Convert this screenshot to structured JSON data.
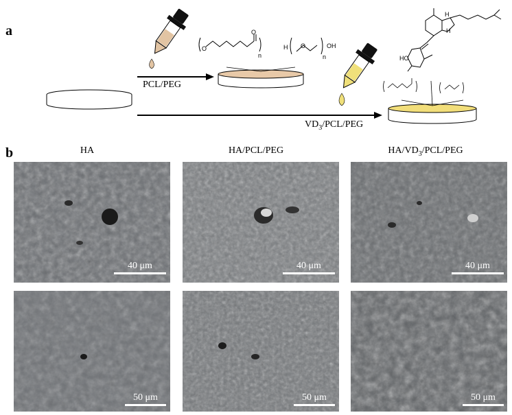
{
  "panel_a": {
    "letter": "a",
    "arrow1_label": "PCL/PEG",
    "arrow2_label_prefix": "VD",
    "arrow2_label_sub": "3",
    "arrow2_label_suffix": "/PCL/PEG",
    "chem_labels": {
      "n1": "n",
      "n2": "n",
      "h": "H",
      "o1": "O",
      "o2": "O",
      "oh": "OH",
      "o3": "O",
      "ho": "HO",
      "h_ring1": "H",
      "h_ring2": "H"
    }
  },
  "panel_b": {
    "letter": "b",
    "columns": [
      {
        "title": "HA"
      },
      {
        "title": "HA/PCL/PEG"
      },
      {
        "title_prefix": "HA/VD",
        "title_sub": "3",
        "title_suffix": "/PCL/PEG"
      }
    ],
    "scale_top": "40 μm",
    "scale_bottom": "50 μm"
  },
  "colors": {
    "sem_base": "#6f7276",
    "arrow": "#000000",
    "film_yellow": "#f2de7a",
    "film_tan": "#e8c9a8",
    "dropper_tan": "#e2c4a3",
    "dropper_yellow": "#f0e07a"
  }
}
